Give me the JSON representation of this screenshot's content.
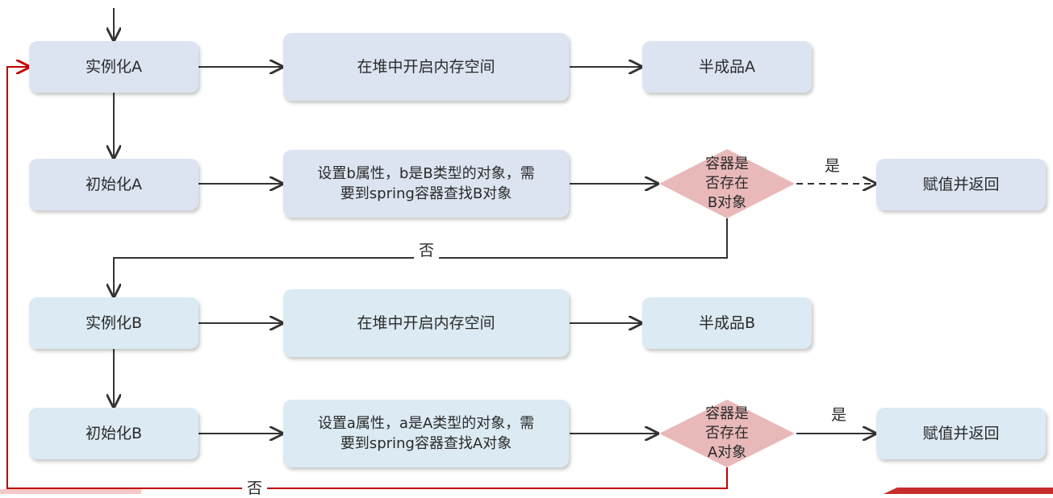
{
  "nodes": {
    "instantiate_a": "实例化A",
    "heap_a": "在堆中开启内存空间",
    "half_a": "半成品A",
    "init_a": "初始化A",
    "set_b_line1": "设置b属性，b是B类型的对象，需",
    "set_b_line2": "要到spring容器查找B对象",
    "check_b_line1": "容器是",
    "check_b_line2": "否存在",
    "check_b_line3": "B对象",
    "assign_1": "赋值并返回",
    "instantiate_b": "实例化B",
    "heap_b": "在堆中开启内存空间",
    "half_b": "半成品B",
    "init_b": "初始化B",
    "set_a_line1": "设置a属性，a是A类型的对象，需",
    "set_a_line2": "要到spring容器查找A对象",
    "check_a_line1": "容器是",
    "check_a_line2": "否存在",
    "check_a_line3": "A对象",
    "assign_2": "赋值并返回"
  },
  "edges": {
    "yes_1": "是",
    "no_1": "否",
    "yes_2": "是",
    "no_2": "否"
  },
  "colors": {
    "box_a": "#dce4f1",
    "box_b": "#dbeaf3",
    "diamond": "#e9b9b9",
    "arrow": "#333333",
    "loop_back": "#c00000"
  }
}
